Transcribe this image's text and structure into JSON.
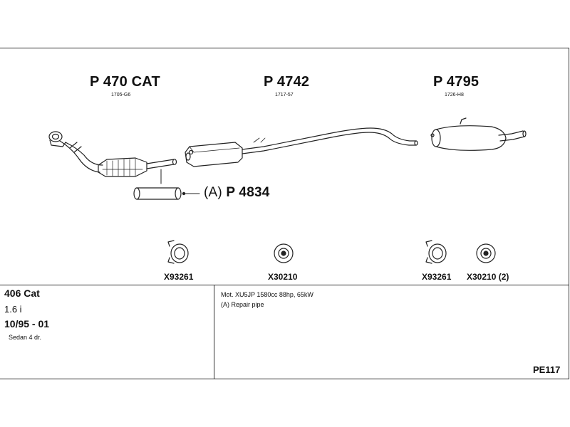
{
  "parts": {
    "p470": {
      "number": "P 470 CAT",
      "code": "1705-G6"
    },
    "p4742": {
      "number": "P 4742",
      "code": "1717-57"
    },
    "p4795": {
      "number": "P 4795",
      "code": "1726-H8"
    },
    "repair": {
      "marker": "(A)",
      "number": "P 4834"
    }
  },
  "accessories": {
    "clamp_left": "X93261",
    "ring_left": "X30210",
    "clamp_right": "X93261",
    "ring_right": "X30210 (2)"
  },
  "vehicle": {
    "model": "406 Cat",
    "engine": "1.6 i",
    "years": "10/95 - 01",
    "body": "Sedan 4 dr."
  },
  "notes": {
    "motor": "Mot. XU5JP 1580cc 88hp, 65kW",
    "repair_note": "(A) Repair pipe"
  },
  "diagram_code": "PE117"
}
